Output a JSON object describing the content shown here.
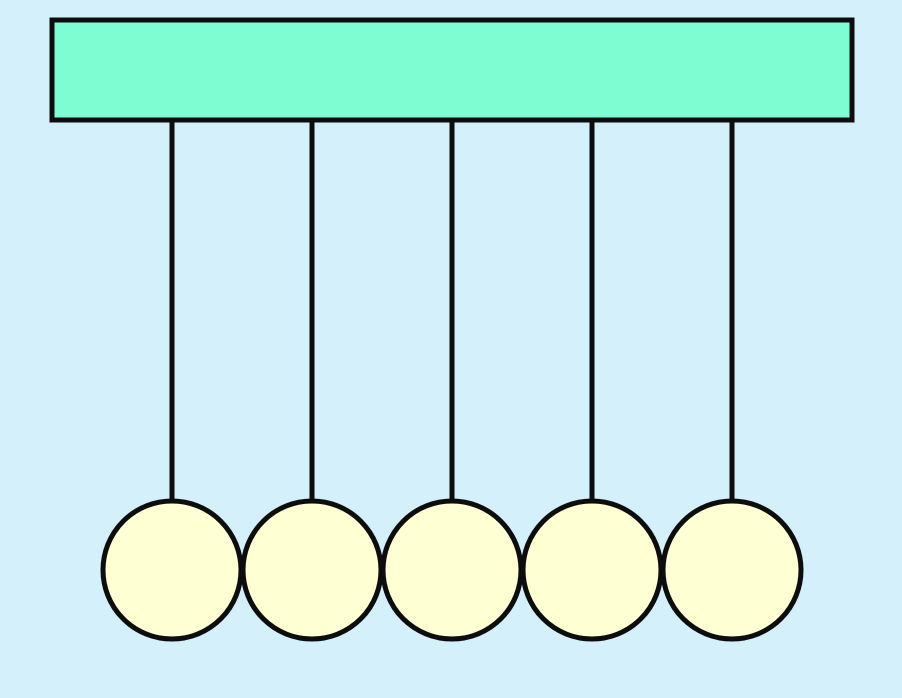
{
  "diagram": {
    "subject": "newtons-cradle",
    "colors": {
      "background": "#D3F0FB",
      "beam_fill": "#7DFDD1",
      "ball_fill": "#FFFFD4",
      "stroke": "#0D0D0D"
    },
    "balls": [
      {
        "id": 1
      },
      {
        "id": 2
      },
      {
        "id": 3
      },
      {
        "id": 4
      },
      {
        "id": 5
      }
    ]
  }
}
